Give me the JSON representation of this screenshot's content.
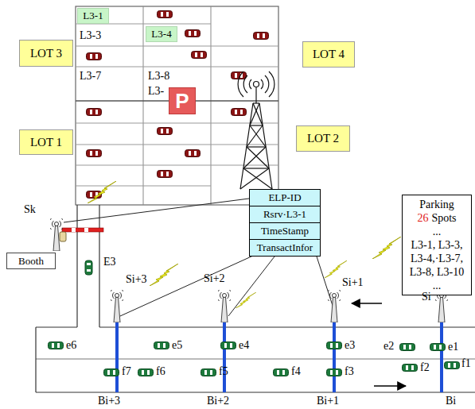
{
  "diagram": {
    "nodes": [
      {
        "text": [
          "L3-1"
        ]
      },
      {
        "text": [
          "L3-4"
        ]
      },
      {
        "text": [
          "LOT 3"
        ]
      },
      {
        "text": [
          "LOT 4"
        ]
      },
      {
        "text": [
          "P"
        ]
      },
      {
        "text": [
          "LOT 1"
        ]
      },
      {
        "text": [
          "LOT 2"
        ]
      },
      {
        "text": [
          "ELP-ID"
        ]
      },
      {
        "text": [
          "Rsrv·L3-1"
        ]
      },
      {
        "text": [
          "TimeStamp"
        ]
      },
      {
        "text": [
          "TransactInfor"
        ]
      },
      {
        "text": [
          "Parking",
          "26",
          "Spots",
          "...",
          "L3-1, L3-3, L3-4,·L3-7, L3-8, L3-10",
          "..."
        ]
      },
      {
        "text": [
          "Booth"
        ]
      }
    ],
    "labels": [
      "L3-3",
      "L3-7",
      "L3-8",
      "L3-",
      "Sk",
      "E3",
      "Si+3",
      "Si+2",
      "Si+1",
      "Si",
      "e6",
      "e5",
      "e4",
      "e3",
      "e2",
      "e1",
      "f7",
      "f6",
      "f5",
      "f4",
      "f3",
      "f2",
      "f1",
      "Bi+3",
      "Bi+2",
      "Bi+1",
      "Bi"
    ]
  }
}
